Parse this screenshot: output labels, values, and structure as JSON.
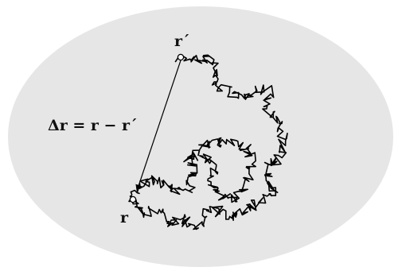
{
  "labels": {
    "start_point": "r",
    "end_point": "r´",
    "displacement": "Δr = r − r´"
  },
  "colors": {
    "background_ellipse": "#e6e6e6",
    "path_stroke": "#000000",
    "arrow_stroke": "#000000",
    "marker_fill": "#ffffff"
  }
}
